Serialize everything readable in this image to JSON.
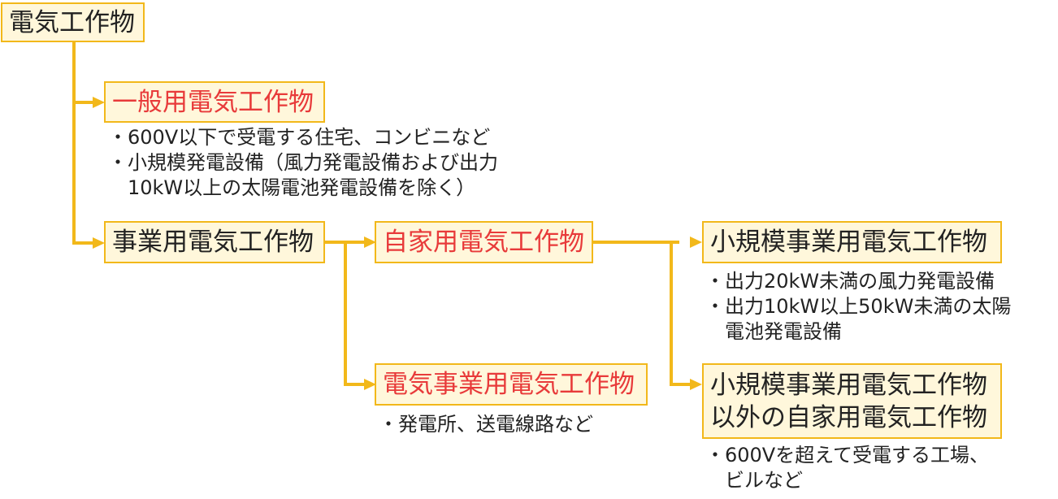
{
  "colors": {
    "connector": "#f2b81a",
    "box_fill": "#fff7db",
    "highlight_text": "#e83a3a"
  },
  "nodes": {
    "root": "電気工作物",
    "general": "一般用電気工作物",
    "business": "事業用電気工作物",
    "private": "自家用電気工作物",
    "electric_business": "電気事業用電気工作物",
    "small_scale": "小規模事業用電気工作物",
    "other_private_line1": "小規模事業用電気工作物",
    "other_private_line2": "以外の自家用電気工作物"
  },
  "notes": {
    "general": [
      "・600V以下で受電する住宅、コンビニなど",
      "・小規模発電設備（風力発電設備および出力",
      "　10kW以上の太陽電池発電設備を除く）"
    ],
    "electric_business": [
      "・発電所、送電線路など"
    ],
    "small_scale": [
      "・出力20kW未満の風力発電設備",
      "・出力10kW以上50kW未満の太陽",
      "　電池発電設備"
    ],
    "other_private": [
      "・600Vを超えて受電する工場、",
      "　ビルなど"
    ]
  }
}
